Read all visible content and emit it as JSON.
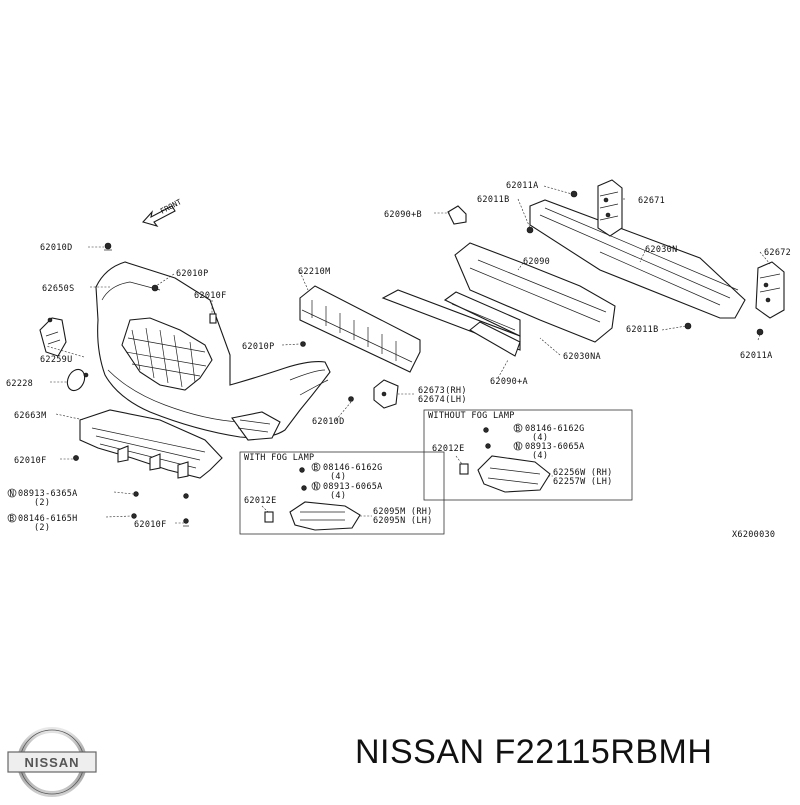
{
  "diagram": {
    "front_label": "FRONT",
    "drawing_code": "X6200030",
    "labels": [
      {
        "id": "62010D_a",
        "text": "62010D"
      },
      {
        "id": "62650S",
        "text": "62650S"
      },
      {
        "id": "62010P_a",
        "text": "62010P"
      },
      {
        "id": "62010F_a",
        "text": "62010F"
      },
      {
        "id": "62259U",
        "text": "62259U"
      },
      {
        "id": "62228",
        "text": "62228"
      },
      {
        "id": "62663M",
        "text": "62663M"
      },
      {
        "id": "62010F_b",
        "text": "62010F"
      },
      {
        "id": "bolt1",
        "text": "08913-6365A"
      },
      {
        "id": "bolt1q",
        "text": "(2)"
      },
      {
        "id": "bolt2",
        "text": "08146-6165H"
      },
      {
        "id": "bolt2q",
        "text": "(2)"
      },
      {
        "id": "62010F_c",
        "text": "62010F"
      },
      {
        "id": "62210M",
        "text": "62210M"
      },
      {
        "id": "62010P_b",
        "text": "62010P"
      },
      {
        "id": "62010D_b",
        "text": "62010D"
      },
      {
        "id": "62090B",
        "text": "62090+B"
      },
      {
        "id": "62011B_a",
        "text": "62011B"
      },
      {
        "id": "62011A_a",
        "text": "62011A"
      },
      {
        "id": "62671",
        "text": "62671"
      },
      {
        "id": "62030N",
        "text": "62030N"
      },
      {
        "id": "62672",
        "text": "62672"
      },
      {
        "id": "62090",
        "text": "62090"
      },
      {
        "id": "62011B_b",
        "text": "62011B"
      },
      {
        "id": "62011A_b",
        "text": "62011A"
      },
      {
        "id": "62030NA",
        "text": "62030NA"
      },
      {
        "id": "62090A",
        "text": "62090+A"
      },
      {
        "id": "62673",
        "text": "62673(RH)"
      },
      {
        "id": "62674",
        "text": "62674(LH)"
      }
    ],
    "fog_box": {
      "title": "WITH FOG LAMP",
      "items": [
        {
          "id": "f1",
          "text": "08146-6162G"
        },
        {
          "id": "f1q",
          "text": "(4)"
        },
        {
          "id": "f2",
          "text": "08913-6065A"
        },
        {
          "id": "f2q",
          "text": "(4)"
        },
        {
          "id": "f3",
          "text": "62012E"
        },
        {
          "id": "f4",
          "text": "62095M (RH)"
        },
        {
          "id": "f5",
          "text": "62095N (LH)"
        }
      ]
    },
    "nofog_box": {
      "title": "WITHOUT FOG LAMP",
      "items": [
        {
          "id": "n1",
          "text": "08146-6162G"
        },
        {
          "id": "n1q",
          "text": "(4)"
        },
        {
          "id": "n2",
          "text": "08913-6065A"
        },
        {
          "id": "n2q",
          "text": "(4)"
        },
        {
          "id": "n3",
          "text": "62012E"
        },
        {
          "id": "n4",
          "text": "62256W (RH)"
        },
        {
          "id": "n5",
          "text": "62257W (LH)"
        }
      ]
    }
  },
  "footer": {
    "logo_text": "NISSAN",
    "part_number_text": "NISSAN F22115RBMH"
  }
}
